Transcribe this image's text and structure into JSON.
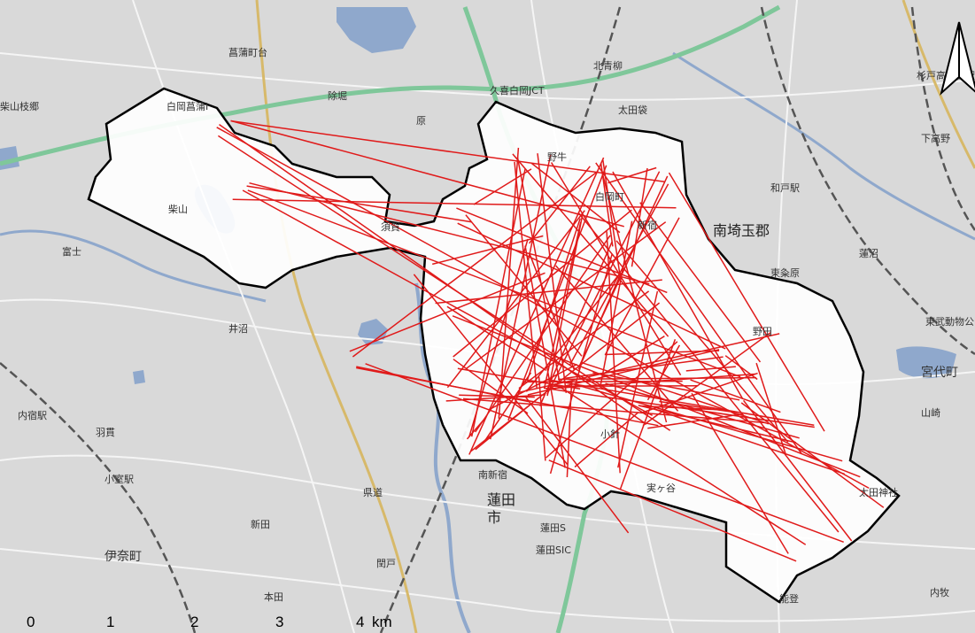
{
  "colors": {
    "land": "#d9d9d9",
    "water": "#8fa8cc",
    "expressway": "#7fc79a",
    "railway": "#555555",
    "route_line": "#e01a1a",
    "boundary": "#000000",
    "study_area": "#ffffff"
  },
  "north_arrow": {
    "icon": "north-arrow-icon"
  },
  "place_labels": [
    {
      "id": "shobu",
      "text": "菖蒲町台"
    },
    {
      "id": "kitahonjuku",
      "text": "北青柳"
    },
    {
      "id": "shiraoka_ic",
      "text": "白岡菖蒲I"
    },
    {
      "id": "jct",
      "text": "久喜白岡JCT"
    },
    {
      "id": "ota",
      "text": "太田袋"
    },
    {
      "id": "sugito_takanodai",
      "text": "杉戸高野台駅"
    },
    {
      "id": "shimoyama",
      "text": "柴山枝郷"
    },
    {
      "id": "kuki",
      "text": "除堀"
    },
    {
      "id": "hara",
      "text": "原"
    },
    {
      "id": "shibayama",
      "text": "柴山"
    },
    {
      "id": "noushi",
      "text": "野牛"
    },
    {
      "id": "shiraoka",
      "text": "白岡町"
    },
    {
      "id": "shinjuku",
      "text": "新宿"
    },
    {
      "id": "wado",
      "text": "和戸駅"
    },
    {
      "id": "minamisaitama",
      "text": "南埼玉郡"
    },
    {
      "id": "shimotakano",
      "text": "下高野"
    },
    {
      "id": "tomioka",
      "text": "富士"
    },
    {
      "id": "hasunuma",
      "text": "蓮沼"
    },
    {
      "id": "sugacho",
      "text": "須賀"
    },
    {
      "id": "higashikuki",
      "text": "東粂原"
    },
    {
      "id": "tobu_zoo",
      "text": "東武動物公"
    },
    {
      "id": "miyashiro",
      "text": "宮代町"
    },
    {
      "id": "yamazaki",
      "text": "山崎"
    },
    {
      "id": "inuma",
      "text": "井沼"
    },
    {
      "id": "noda",
      "text": "野田"
    },
    {
      "id": "uchishuku",
      "text": "内宿駅"
    },
    {
      "id": "hanyu",
      "text": "羽貫"
    },
    {
      "id": "koshigaya",
      "text": "小針"
    },
    {
      "id": "minami_shinshuku",
      "text": "南新宿"
    },
    {
      "id": "hasuda",
      "text": "蓮田"
    },
    {
      "id": "shi",
      "text": "市"
    },
    {
      "id": "jitsuga",
      "text": "実ヶ谷"
    },
    {
      "id": "ota_jinja",
      "text": "太田神社"
    },
    {
      "id": "hasuda_s",
      "text": "蓮田S"
    },
    {
      "id": "hasuda_sic",
      "text": "蓮田SIC"
    },
    {
      "id": "shinden",
      "text": "新田"
    },
    {
      "id": "inacho",
      "text": "伊奈町"
    },
    {
      "id": "kotesashi",
      "text": "小室駅"
    },
    {
      "id": "honden",
      "text": "本田"
    },
    {
      "id": "noto",
      "text": "能登"
    },
    {
      "id": "uchimaki",
      "text": "内牧"
    },
    {
      "id": "hebishima",
      "text": "閏戸"
    },
    {
      "id": "road_label",
      "text": "県道"
    }
  ],
  "scale_bar": {
    "ticks": [
      "0",
      "1",
      "2",
      "3",
      "4"
    ],
    "unit": "km"
  },
  "od_lines_count": 118
}
